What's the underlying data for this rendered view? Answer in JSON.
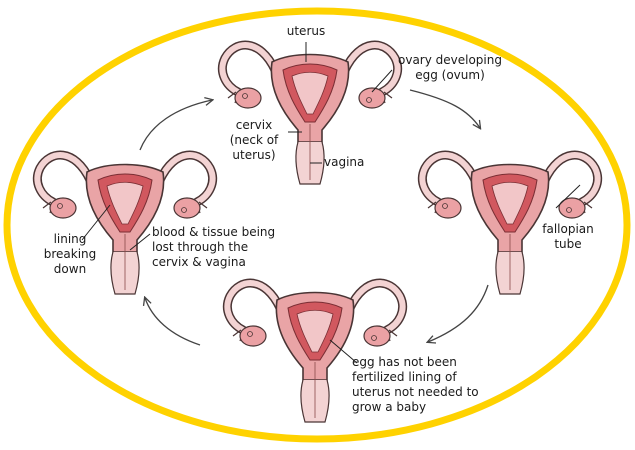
{
  "colors": {
    "ring": "#ffd200",
    "tissue_fill": "#e9a4a6",
    "lining_fill": "#d1585f",
    "ovary_fill": "#eba1a4",
    "outline": "#4a3535",
    "tube_fill": "#f3d3d3",
    "arrow": "#444444"
  },
  "labels": {
    "uterus": "uterus",
    "ovary": "ovary developing\negg (ovum)",
    "cervix": "cervix\n(neck of\nuterus)",
    "vagina": "vagina",
    "fallopian": "fallopian\ntube",
    "lining_breaking": "lining\nbreaking\ndown",
    "blood_tissue": "blood & tissue being\nlost through the\ncervix & vagina",
    "egg_not_fertilized": "egg has not been\nfertilized lining of\nuterus not needed to\ngrow a baby"
  }
}
